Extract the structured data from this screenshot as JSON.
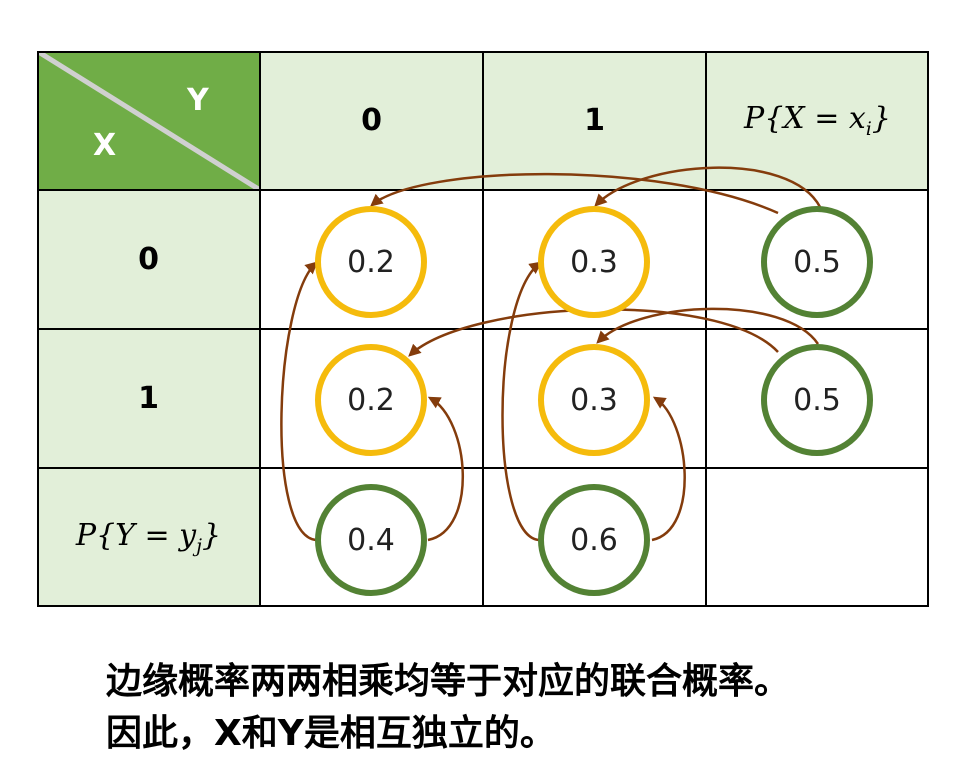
{
  "table": {
    "corner": {
      "y_label": "Y",
      "x_label": "X"
    },
    "col_headers": [
      "0",
      "1",
      "P{X = x",
      "i",
      "}"
    ],
    "row_headers": [
      "0",
      "1",
      "P{Y = y",
      "j",
      "}"
    ],
    "joint": [
      [
        "0.2",
        "0.3"
      ],
      [
        "0.2",
        "0.3"
      ]
    ],
    "x_marginals": [
      "0.5",
      "0.5"
    ],
    "y_marginals": [
      "0.4",
      "0.6"
    ]
  },
  "caption": {
    "line1": "边缘概率两两相乘均等于对应的联合概率。",
    "line2": "因此，X和Y是相互独立的。"
  },
  "colors": {
    "header_fill": "#e2efd9",
    "corner_fill": "#70ad47",
    "joint_ring": "#f5bb0c",
    "marginal_ring": "#538234",
    "arrow": "#843c0c"
  }
}
